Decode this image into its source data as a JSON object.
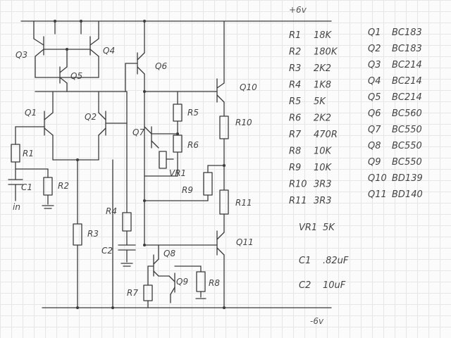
{
  "rails": {
    "positive": "+6v",
    "negative": "-6v",
    "input": "in"
  },
  "components": {
    "R1": "R1",
    "R2": "R2",
    "R3": "R3",
    "R4": "R4",
    "R5": "R5",
    "R6": "R6",
    "R7": "R7",
    "R8": "R8",
    "R9": "R9",
    "R10": "R10",
    "R11": "R11",
    "VR1": "VR1",
    "C1": "C1",
    "C2": "C2",
    "Q1": "Q1",
    "Q2": "Q2",
    "Q3": "Q3",
    "Q4": "Q4",
    "Q5": "Q5",
    "Q6": "Q6",
    "Q7": "Q7",
    "Q8": "Q8",
    "Q9": "Q9",
    "Q10": "Q10",
    "Q11": "Q11"
  },
  "parts_list": {
    "resistors": [
      {
        "ref": "R1",
        "value": "18K"
      },
      {
        "ref": "R2",
        "value": "180K"
      },
      {
        "ref": "R3",
        "value": "2K2"
      },
      {
        "ref": "R4",
        "value": "1K8"
      },
      {
        "ref": "R5",
        "value": "5K"
      },
      {
        "ref": "R6",
        "value": "2K2"
      },
      {
        "ref": "R7",
        "value": "470R"
      },
      {
        "ref": "R8",
        "value": "10K"
      },
      {
        "ref": "R9",
        "value": "10K"
      },
      {
        "ref": "R10",
        "value": "3R3"
      },
      {
        "ref": "R11",
        "value": "3R3"
      }
    ],
    "pot": {
      "ref": "VR1",
      "value": "5K"
    },
    "capacitors": [
      {
        "ref": "C1",
        "value": ".82uF"
      },
      {
        "ref": "C2",
        "value": "10uF"
      }
    ],
    "transistors": [
      {
        "ref": "Q1",
        "value": "BC183"
      },
      {
        "ref": "Q2",
        "value": "BC183"
      },
      {
        "ref": "Q3",
        "value": "BC214"
      },
      {
        "ref": "Q4",
        "value": "BC214"
      },
      {
        "ref": "Q5",
        "value": "BC214"
      },
      {
        "ref": "Q6",
        "value": "BC560"
      },
      {
        "ref": "Q7",
        "value": "BC550"
      },
      {
        "ref": "Q8",
        "value": "BC550"
      },
      {
        "ref": "Q9",
        "value": "BC550"
      },
      {
        "ref": "Q10",
        "value": "BD139"
      },
      {
        "ref": "Q11",
        "value": "BD140"
      }
    ]
  }
}
